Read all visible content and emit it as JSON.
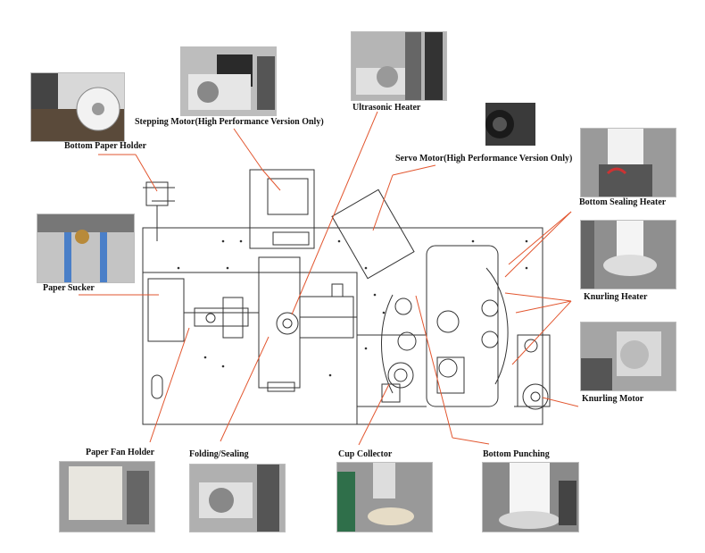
{
  "labels": {
    "bottom_paper_holder": "Bottom Paper Holder",
    "stepping_motor": "Stepping Motor(High Performance Version Only)",
    "ultrasonic_heater": "Ultrasonic Heater",
    "servo_motor": "Servo Motor(High Performance Version Only)",
    "bottom_sealing_heater": "Bottom Sealing Heater",
    "paper_sucker": "Paper Sucker",
    "knurling_heater": "Knurling Heater",
    "knurling_motor": "Knurling Motor",
    "paper_fan_holder": "Paper Fan Holder",
    "folding_sealing": "Folding/Sealing",
    "cup_collector": "Cup Collector",
    "bottom_punching": "Bottom Punching"
  },
  "colors": {
    "leader_line": "#e2562f",
    "drawing_line": "#333333",
    "photo_bg": "#c9c9c9"
  }
}
